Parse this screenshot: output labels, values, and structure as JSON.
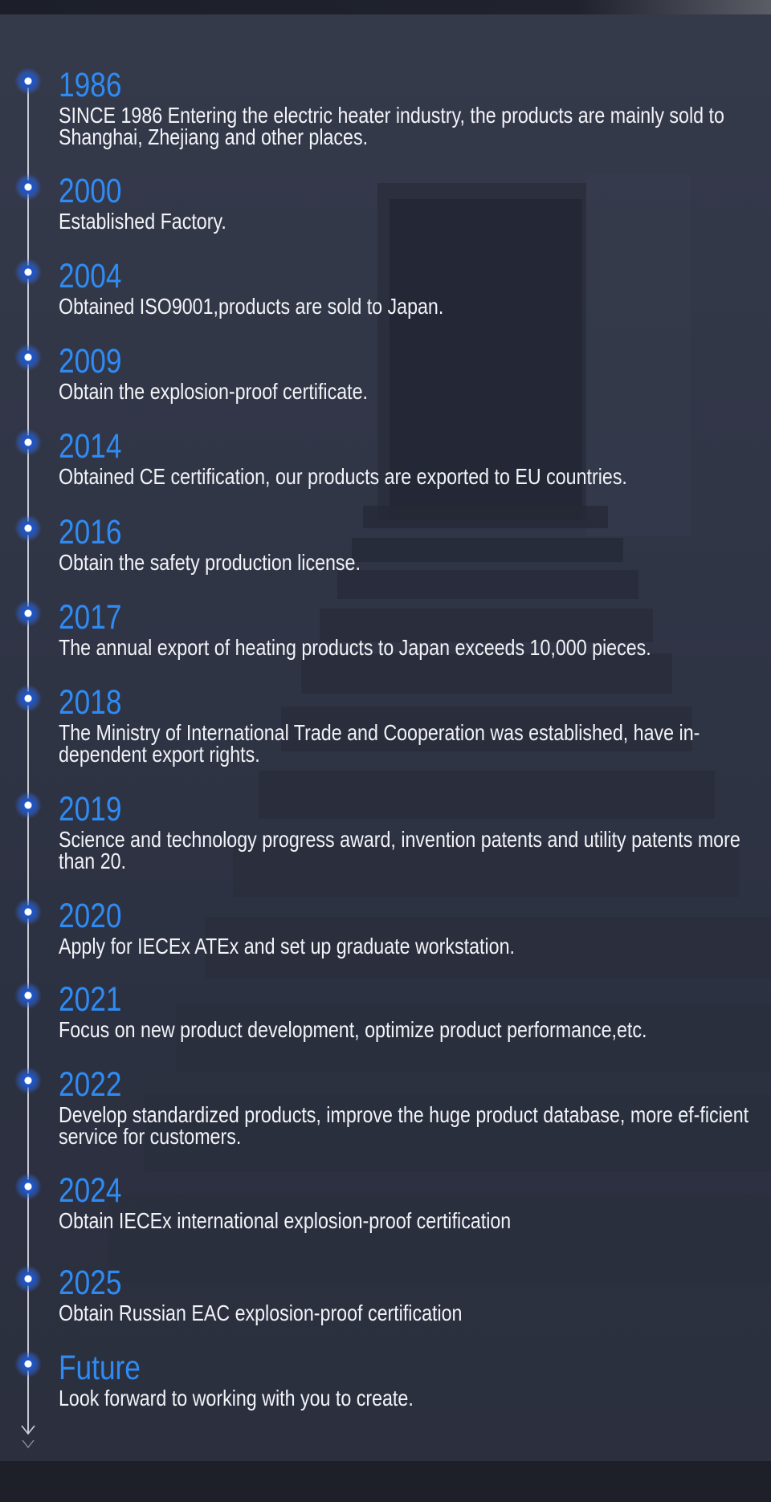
{
  "timeline": [
    {
      "year": "1986",
      "text": "SINCE 1986 Entering the electric heater industry, the products are mainly sold to Shanghai, Zhejiang and other places."
    },
    {
      "year": "2000",
      "text": "Established Factory."
    },
    {
      "year": "2004",
      "text": "Obtained ISO9001,products are sold to Japan."
    },
    {
      "year": "2009",
      "text": "Obtain the explosion-proof certificate."
    },
    {
      "year": "2014",
      "text": "Obtained CE certification, our products are exported to EU countries."
    },
    {
      "year": "2016",
      "text": "Obtain the safety production license."
    },
    {
      "year": "2017",
      "text": "The annual export of heating products to Japan exceeds 10,000 pieces."
    },
    {
      "year": "2018",
      "text": "The Ministry of International Trade and Cooperation was established, have in-dependent export rights."
    },
    {
      "year": "2019",
      "text": "Science and technology progress award, invention patents and utility patents more than 20."
    },
    {
      "year": "2020",
      "text": "Apply for IECEx ATEx and set up graduate workstation."
    },
    {
      "year": "2021",
      "text": "Focus on new product development, optimize product performance,etc."
    },
    {
      "year": "2022",
      "text": "Develop standardized products, improve the huge product database, more ef-ficient service for customers."
    },
    {
      "year": "2024",
      "text": "Obtain IECEx international explosion-proof certification"
    },
    {
      "year": "2025",
      "text": "Obtain Russian EAC explosion-proof certification"
    },
    {
      "year": "Future",
      "text": "Look forward to working with you to create."
    }
  ],
  "icons": {
    "timeline_dot": "timeline-dot-icon",
    "arrow": "arrow-down-icon"
  },
  "colors": {
    "year": "#2f8bf3",
    "text": "#f2f3f7",
    "dot": "#1e55c4",
    "background": "#303546"
  }
}
